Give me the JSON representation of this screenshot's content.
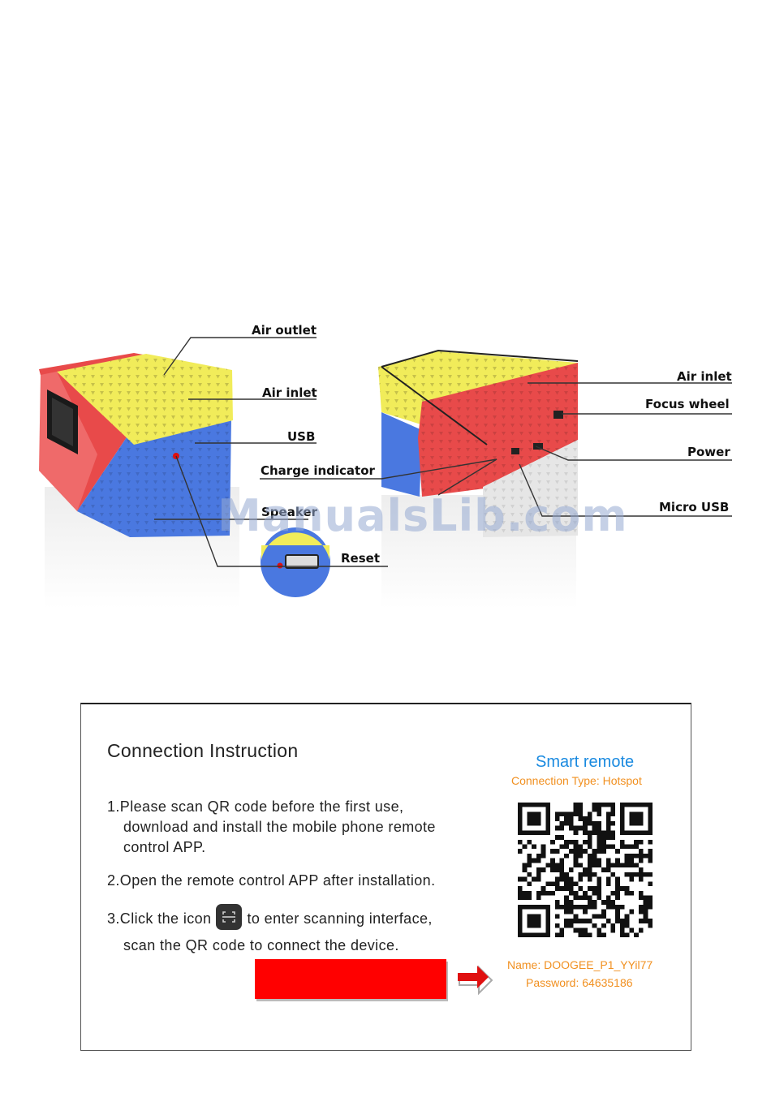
{
  "diagram": {
    "labels": {
      "air_outlet": "Air outlet",
      "air_inlet_left": "Air inlet",
      "usb": "USB",
      "charge_indicator": "Charge indicator",
      "speaker": "Speaker",
      "reset": "Reset",
      "air_inlet_right": "Air inlet",
      "focus_wheel": "Focus wheel",
      "power": "Power",
      "micro_usb": "Micro USB"
    },
    "watermark": "ManualsLib.com",
    "colors": {
      "red": "#e84a4a",
      "yellow": "#f1ec5a",
      "blue": "#4a78e0",
      "grey": "#e6e6e6"
    }
  },
  "panel": {
    "title": "Connection Instruction",
    "step1_line1": "1.Please scan QR code before the first use,",
    "step1_line2": "download and install the mobile phone remote",
    "step1_line3": "control APP.",
    "step2": "2.Open the remote control APP after installation.",
    "step3_before": "3.Click the icon",
    "step3_after": "to enter scanning interface,",
    "step3_line2": "scan the QR code to connect the device.",
    "scan_icon": "scan-icon",
    "smart_remote_title": "Smart remote",
    "connection_type": "Connection Type: Hotspot",
    "wifi_name": "Name: DOOGEE_P1_YYil77",
    "wifi_password": "Password: 64635186",
    "arrow_icon": "arrow-right-icon",
    "qr_icon": "qr-code",
    "accent_blue": "#1a8ae0",
    "accent_orange": "#f19020",
    "redaction_color": "#ff0000"
  }
}
